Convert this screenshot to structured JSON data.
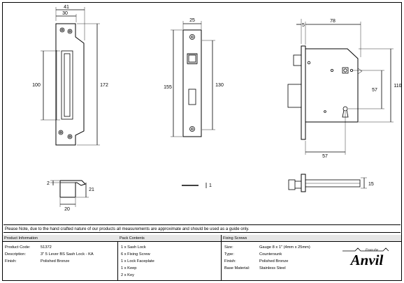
{
  "dimensions": {
    "keep": {
      "width_41": "41",
      "width_30": "30",
      "height_100": "100",
      "height_172": "172"
    },
    "faceplate": {
      "width_25": "25",
      "height_155": "155",
      "height_130": "130"
    },
    "body": {
      "width_78": "78",
      "offset_5": "5",
      "height_110": "110",
      "height_57": "57",
      "width_57": "57"
    },
    "keep_side": {
      "dim_2": "2",
      "dim_21": "21",
      "dim_20": "20"
    },
    "screw": {
      "dim_1": "1"
    },
    "body_side": {
      "dim_15": "15"
    }
  },
  "note": "Please Note, due to the hand crafted nature of our products all measurements are approximate and should be used as a guide only.",
  "product_info": {
    "heading": "Product Information",
    "rows": [
      {
        "label": "Product Code:",
        "value": "51372"
      },
      {
        "label": "Description:",
        "value": "3\" 5 Lever BS Sash Lock - KA"
      },
      {
        "label": "Finish:",
        "value": "Polished Bronze"
      }
    ]
  },
  "pack_contents": {
    "heading": "Pack Contents",
    "items": [
      "1 x Sash Lock",
      "6 x Fixing Screw",
      "1 x Lock Faceplate",
      "1 x Keep",
      "2 x Key"
    ]
  },
  "fixing_screws": {
    "heading": "Fixing Screws",
    "rows": [
      {
        "label": "Size:",
        "value": "Gauge 8 x 1\" (4mm x 25mm)"
      },
      {
        "label": "Type:",
        "value": "Countersunk"
      },
      {
        "label": "Finish:",
        "value": "Polished Bronze"
      },
      {
        "label": "Base Material:",
        "value": "Stainless Steel"
      }
    ]
  },
  "logo": {
    "small_text": "From the",
    "brand": "Anvil"
  }
}
